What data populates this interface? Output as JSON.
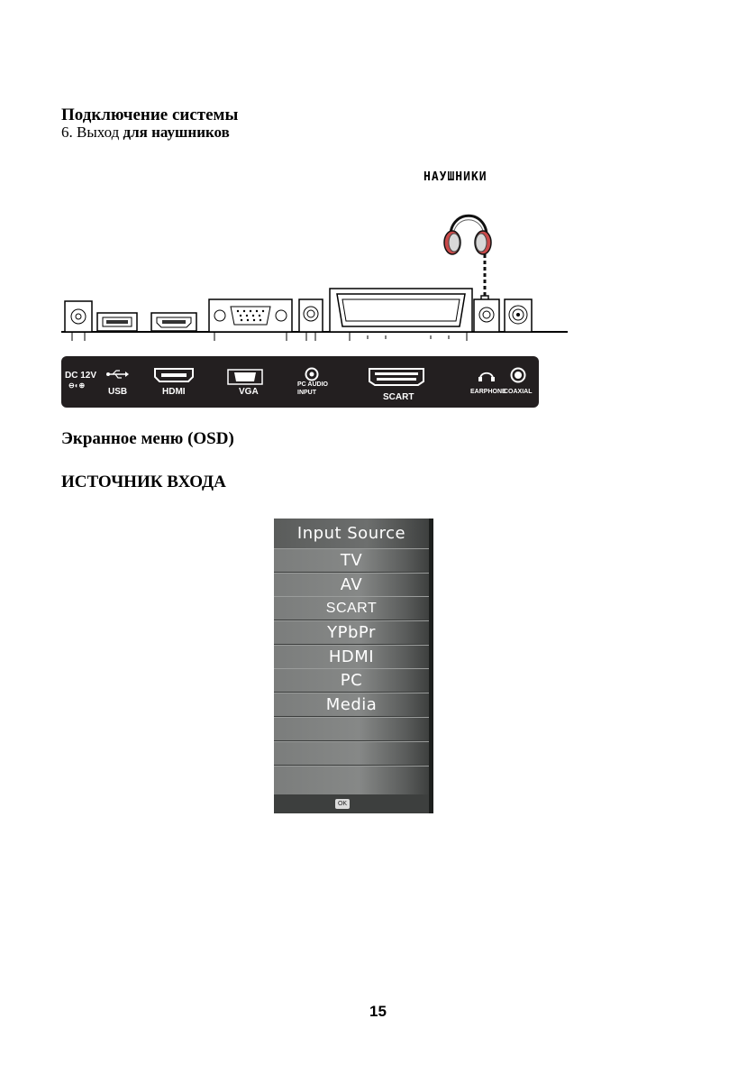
{
  "section": {
    "title": "Подключение системы",
    "subtitle_prefix": "6. Выход ",
    "subtitle_bold": "для наушников"
  },
  "diagram": {
    "headphones_label": "НАУШНИКИ",
    "strip_labels": {
      "dc_line1": "DC 12V",
      "dc_line2": "⊖◐⊕",
      "usb": "USB",
      "hdmi": "HDMI",
      "vga": "VGA",
      "pc_audio_line1": "PC AUDIO",
      "pc_audio_line2": "INPUT",
      "scart": "SCART",
      "earphone": "EARPHONE",
      "coaxial": "COAXIAL"
    }
  },
  "osd": {
    "title": "Экранное меню (OSD)",
    "subtitle": "ИСТОЧНИК ВХОДА"
  },
  "menu": {
    "header": "Input Source",
    "items": [
      "TV",
      "AV",
      "SCART",
      "YPbPr",
      "HDMI",
      "PC",
      "Media",
      "",
      "",
      ""
    ],
    "ok_label": "OK"
  },
  "page_number": "15"
}
